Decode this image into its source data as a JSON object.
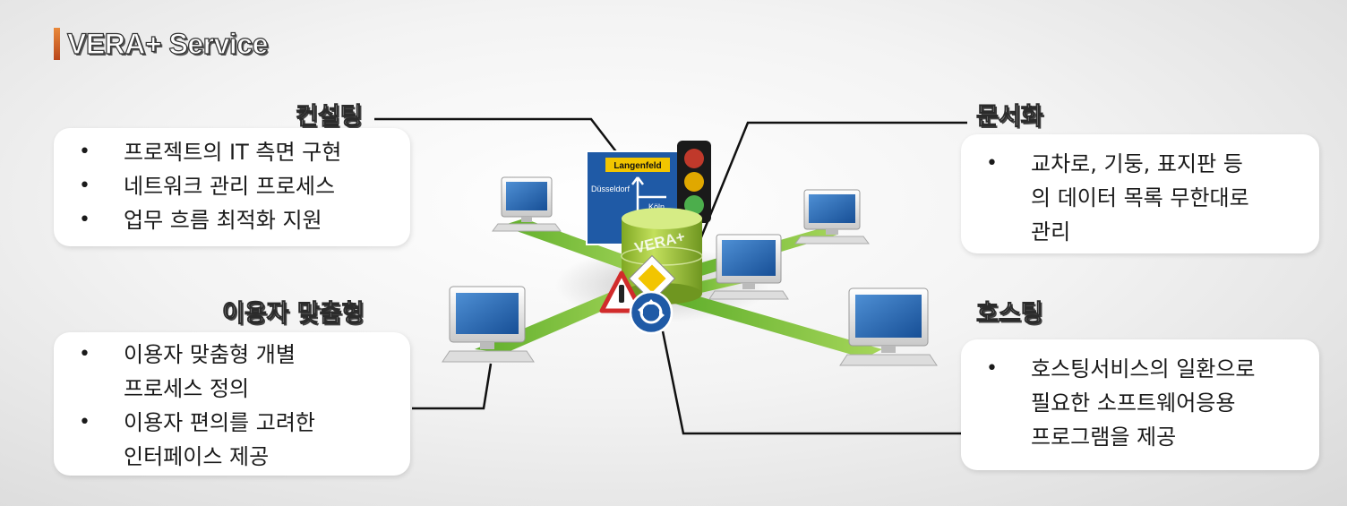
{
  "title": "VERA+ Service",
  "sections": {
    "consulting": {
      "heading": "컨설팅",
      "items": [
        "프로젝트의 IT 측면 구현",
        "네트워크 관리 프로세스",
        "업무 흐름 최적화 지원"
      ]
    },
    "customized": {
      "heading": "이용자 맞춤형",
      "items": [
        "이용자 맞춤형 개별\n프로세스 정의",
        "이용자 편의를 고려한\n인터페이스 제공"
      ]
    },
    "documentation": {
      "heading": "문서화",
      "items": [
        "교차로, 기둥, 표지판 등\n의 데이터 목록 무한대로\n관리"
      ]
    },
    "hosting": {
      "heading": "호스팅",
      "items": [
        "호스팅서비스의 일환으로\n필요한 소프트웨어응용\n프로그램을 제공"
      ]
    }
  },
  "illustration": {
    "hub_label": "VERA+",
    "sign_top": "Langenfeld",
    "sign_left": "Düsseldorf",
    "sign_right": "Köln",
    "colors": {
      "link": "#7cc242",
      "hub": "#a4cd3c",
      "sign": "#1f5aa6",
      "line": "#111111"
    }
  }
}
